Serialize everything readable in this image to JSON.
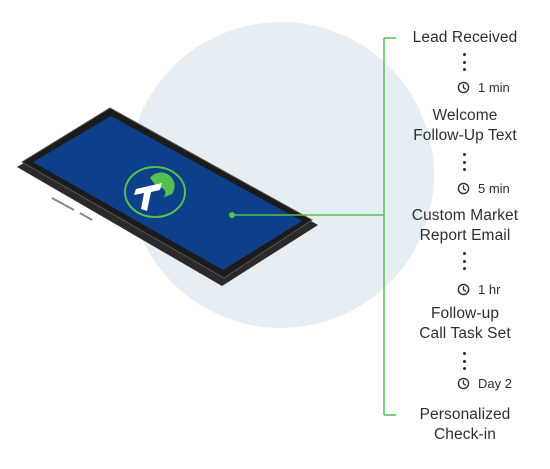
{
  "colors": {
    "accent": "#53c150",
    "screen": "#0d3f8a",
    "bezel": "#1b1b1b",
    "circle": "#e7eef3",
    "text": "#2b2f33"
  },
  "steps": [
    {
      "label": "Lead Received"
    },
    {
      "label": "Welcome\nFollow-Up Text"
    },
    {
      "label": "Custom Market\nReport Email"
    },
    {
      "label": "Follow-up\nCall Task Set"
    },
    {
      "label": "Personalized\nCheck-in"
    }
  ],
  "delays": [
    {
      "label": "1 min",
      "icon": "clock-icon"
    },
    {
      "label": "5 min",
      "icon": "clock-icon"
    },
    {
      "label": "1 hr",
      "icon": "clock-icon"
    },
    {
      "label": "Day 2",
      "icon": "clock-icon"
    }
  ],
  "logo": {
    "icon": "logo-icon"
  }
}
